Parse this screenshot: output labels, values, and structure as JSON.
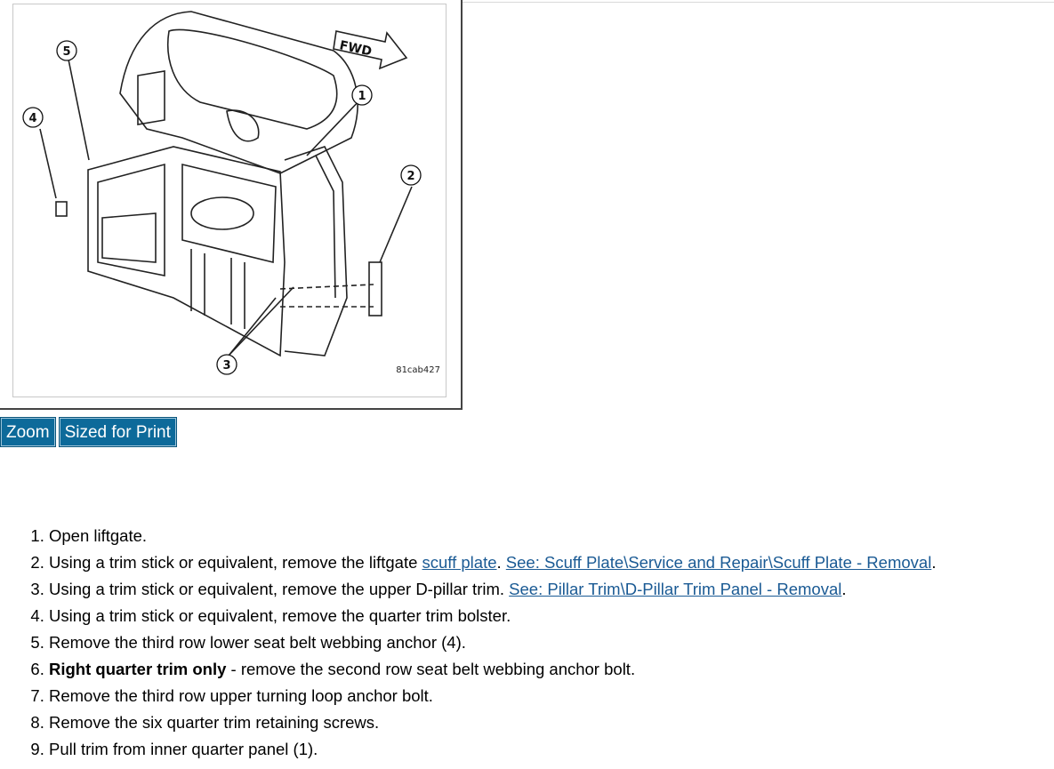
{
  "figure": {
    "code": "81cab427",
    "fwd_label": "FWD",
    "callouts": [
      "1",
      "2",
      "3",
      "4",
      "5"
    ]
  },
  "buttons": {
    "zoom": "Zoom",
    "print": "Sized for Print"
  },
  "steps": [
    {
      "text": "Open liftgate."
    },
    {
      "pre": "Using a trim stick or equivalent, remove the liftgate ",
      "link1": "scuff plate",
      "mid": ". ",
      "link2": "See: Scuff Plate\\Service and Repair\\Scuff Plate - Removal",
      "post": "."
    },
    {
      "pre": "Using a trim stick or equivalent, remove the upper D-pillar trim. ",
      "link1": "See: Pillar Trim\\D-Pillar Trim Panel - Removal",
      "post": "."
    },
    {
      "text": "Using a trim stick or equivalent, remove the quarter trim bolster."
    },
    {
      "text": "Remove the third row lower seat belt webbing anchor (4)."
    },
    {
      "bold": "Right quarter trim only",
      "post": " - remove the second row seat belt webbing anchor bolt."
    },
    {
      "text": "Remove the third row upper turning loop anchor bolt."
    },
    {
      "text": "Remove the six quarter trim retaining screws."
    },
    {
      "text": "Pull trim from inner quarter panel (1)."
    }
  ],
  "colors": {
    "button_bg": "#0d6a9a",
    "link": "#1a5a94"
  }
}
